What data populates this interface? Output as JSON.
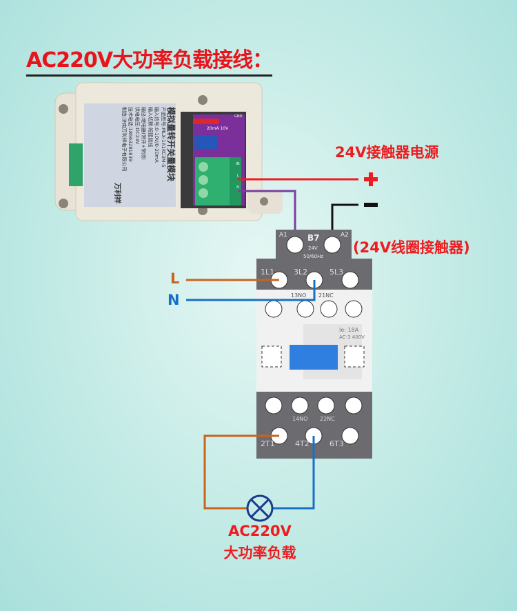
{
  "title": "AC220V大功率负载接线：",
  "module": {
    "name": "模拟量转开关量模块",
    "brand": "万利祥",
    "specs": [
      "产品型号:MLX-1A1KC3M-S",
      "输入信号:0-10V/0-20mA",
      "输入切换:短接跳线",
      "输出:继电器(常开+常闭)",
      "供电电压:DC24V",
      "技术电话:18663281839",
      "制造:济南万利祥电子有限公司"
    ],
    "jumper": "20mA 10V",
    "terminals": [
      "GND",
      "IN",
      "L",
      "N"
    ]
  },
  "power_supply": {
    "label": "24V接触器电源",
    "plus": "+",
    "minus": "−"
  },
  "contactor": {
    "label": "(24V线圈接触器)",
    "model": "B7",
    "coil_voltage": "24V",
    "frequency": "50/60Hz",
    "coil_terminals": [
      "A1",
      "A2"
    ],
    "line_terminals": [
      "1L1",
      "3L2",
      "5L3"
    ],
    "load_terminals": [
      "2T1",
      "4T2",
      "6T3"
    ],
    "aux_top": [
      "13NO",
      "21NC"
    ],
    "aux_bottom": [
      "14NO",
      "22NC"
    ],
    "rating": [
      "Ie: 18A",
      "AC-3 400V"
    ]
  },
  "lines": {
    "L": "L",
    "N": "N"
  },
  "load": {
    "line1": "AC220V",
    "line2": "大功率负载"
  },
  "colors": {
    "red": "#ee1b1f",
    "orange": "#c8641c",
    "blue": "#1670c8",
    "purple": "#7b3fa0"
  }
}
